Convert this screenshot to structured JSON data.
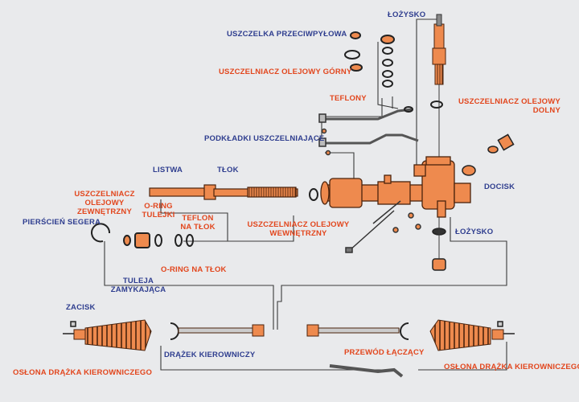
{
  "labels": {
    "dust_seal": "USZCZELKA PRZECIWPYŁOWA",
    "bearing_top": "ŁOŻYSKO",
    "upper_oil_seal": "USZCZELNIACZ OLEJOWY GÓRNY",
    "teflon_rings": "TEFLONY",
    "lower_oil_seal_1": "USZCZELNIACZ OLEJOWY",
    "lower_oil_seal_2": "DOLNY",
    "sealing_washers": "PODKŁADKI USZCZELNIAJĄCE",
    "rack": "LISTWA",
    "piston": "TŁOK",
    "outer_oil_seal_1": "USZCZELNIACZ",
    "outer_oil_seal_2": "OLEJOWY",
    "outer_oil_seal_3": "ZEWNĘTRZNY",
    "oring_sleeve_1": "O-RING",
    "oring_sleeve_2": "TULEJKI",
    "teflon_piston_1": "TEFLON",
    "teflon_piston_2": "NA TŁOK",
    "snap_ring": "PIERŚCIEŃ SEGERA",
    "inner_oil_seal_1": "USZCZELNIACZ OLEJOWY",
    "inner_oil_seal_2": "WEWNĘTRZNY",
    "oring_piston": "O-RING NA TŁOK",
    "locking_sleeve_1": "TULEJA",
    "locking_sleeve_2": "ZAMYKAJĄCA",
    "pressure_pad": "DOCISK",
    "bearing_bottom": "ŁOŻYSKO",
    "clamp": "ZACISK",
    "tie_rod": "DRĄŻEK KIEROWNICZY",
    "connecting_tube": "PRZEWÓD ŁĄCZĄCY",
    "boot_left": "OSŁONA DRĄŻKA KIEROWNICZEGO",
    "boot_right": "OSŁONA DRĄŻKA KIEROWNICZEGO"
  },
  "colors": {
    "background": "#e9eaec",
    "part_fill": "#ee8a4e",
    "label_blue": "#2f3e8f",
    "label_red": "#e2461d",
    "line": "#3a3a3a"
  }
}
